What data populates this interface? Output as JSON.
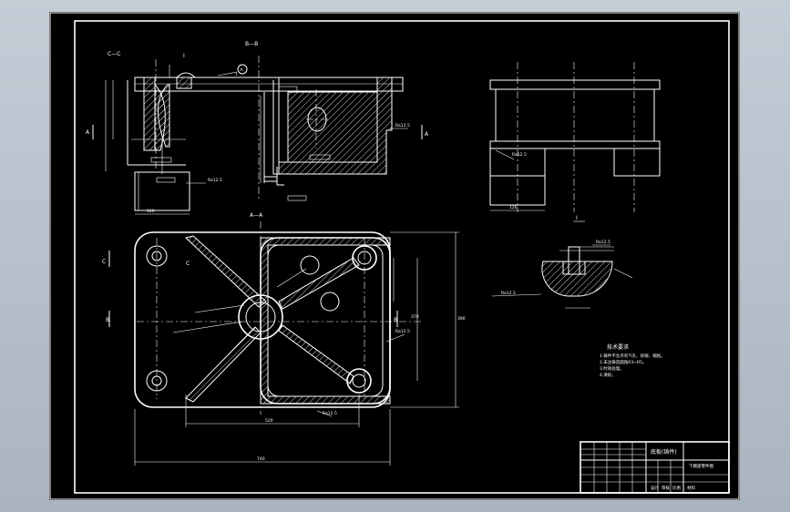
{
  "drawing": {
    "section_labels": {
      "cc": "C—C",
      "bb": "B—B",
      "aa": "A—A",
      "one": "I",
      "circle_a": "A"
    },
    "side_letters": {
      "a_left": "A",
      "a_right": "A",
      "b_left": "B",
      "b_right": "B",
      "c_left": "C",
      "c_mid": "C"
    },
    "dimensions": {
      "d120": "120",
      "d370": "370",
      "d390": "390",
      "d520": "520",
      "d740": "740",
      "d120b": "120"
    },
    "roughness": "Ra12.5",
    "tech_req": {
      "title": "技术要求",
      "lines": [
        "1.铸件不允许有气孔、砂眼、缩松。",
        "2.未注铸造圆角R3~R5。",
        "3.时效处理。",
        "4.清砂。"
      ]
    },
    "title_block": {
      "part_name": "底板(铸件)",
      "school": "下模座零件图",
      "footer_cells": [
        "设计",
        "审核",
        "比例",
        "材料"
      ]
    }
  },
  "colors": {
    "paper": "#000000",
    "line": "#ffffff",
    "frame_bg": "#b4bcc8"
  }
}
